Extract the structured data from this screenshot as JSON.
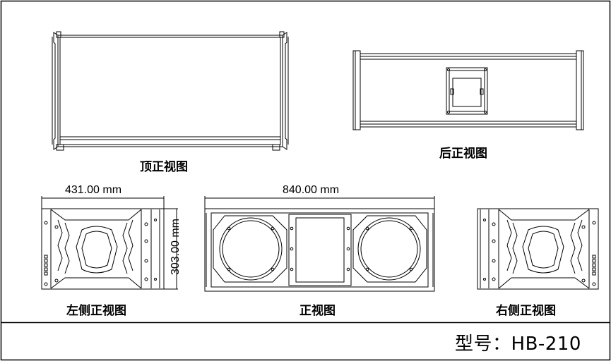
{
  "views": {
    "top": "顶正视图",
    "rear": "后正视图",
    "left": "左侧正视图",
    "front": "正视图",
    "right": "右侧正视图"
  },
  "dimensions": {
    "width": "431.00 mm",
    "length": "840.00 mm",
    "height": "303.00 mm"
  },
  "model": {
    "label": "型号：",
    "value": "HB-210"
  }
}
